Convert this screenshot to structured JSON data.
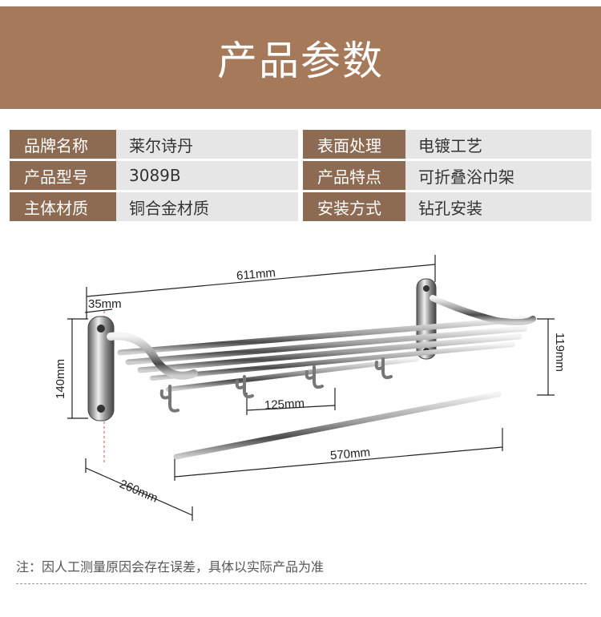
{
  "header": {
    "title": "产品参数"
  },
  "specs": [
    {
      "label": "品牌名称",
      "value": "莱尔诗丹"
    },
    {
      "label": "表面处理",
      "value": "电镀工艺"
    },
    {
      "label": "产品型号",
      "value": "3089B"
    },
    {
      "label": "产品特点",
      "value": "可折叠浴巾架"
    },
    {
      "label": "主体材质",
      "value": "铜合金材质"
    },
    {
      "label": "安装方式",
      "value": "钻孔安装"
    }
  ],
  "dimensions": {
    "overall_length": "611mm",
    "bracket_width": "35mm",
    "height_left": "140mm",
    "height_right": "119mm",
    "hook_spacing": "125mm",
    "bar_length": "570mm",
    "depth": "260mm"
  },
  "colors": {
    "banner": "#a5795a",
    "label_bg": "#8d6a52",
    "value_bg": "#e6e6e6"
  },
  "footer": {
    "note": "注：因人工测量原因会存在误差，具体以实际产品为准"
  }
}
